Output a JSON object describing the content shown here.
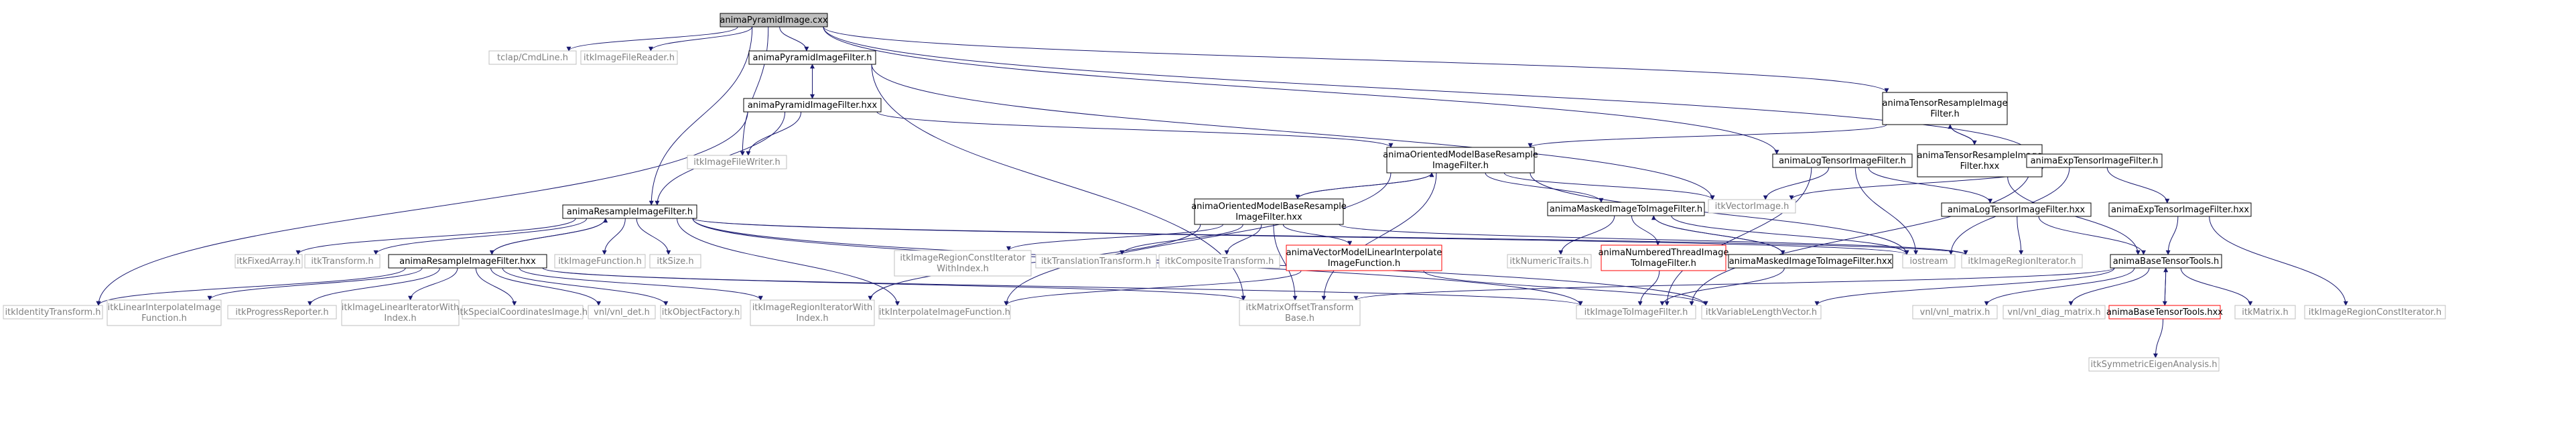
{
  "colors": {
    "root_fill": "#bfbfbf",
    "node_stroke": "#000000",
    "ext_stroke": "#bfbfbf",
    "missing_stroke": "#ff0000",
    "text": "#000000",
    "ext_text": "#7f7f7f",
    "edge": "#191970"
  },
  "nodes": [
    {
      "id": "n_root",
      "kind": "root",
      "lines": [
        "animaPyramidImage.cxx"
      ]
    },
    {
      "id": "n_tclap",
      "kind": "ext",
      "lines": [
        "tclap/CmdLine.h"
      ]
    },
    {
      "id": "n_reader",
      "kind": "ext",
      "lines": [
        "itkImageFileReader.h"
      ]
    },
    {
      "id": "n_pyrh",
      "kind": "doc",
      "lines": [
        "animaPyramidImageFilter.h"
      ]
    },
    {
      "id": "n_pyrhxx",
      "kind": "doc",
      "lines": [
        "animaPyramidImageFilter.hxx"
      ]
    },
    {
      "id": "n_writer",
      "kind": "ext",
      "lines": [
        "itkImageFileWriter.h"
      ]
    },
    {
      "id": "n_tensres",
      "kind": "doc",
      "lines": [
        "animaTensorResampleImage",
        "Filter.h"
      ]
    },
    {
      "id": "n_tensreshxx",
      "kind": "doc",
      "lines": [
        "animaTensorResampleImage",
        "Filter.hxx"
      ]
    },
    {
      "id": "n_logh",
      "kind": "doc",
      "lines": [
        "animaLogTensorImageFilter.h"
      ]
    },
    {
      "id": "n_exph",
      "kind": "doc",
      "lines": [
        "animaExpTensorImageFilter.h"
      ]
    },
    {
      "id": "n_omh",
      "kind": "doc",
      "lines": [
        "animaOrientedModelBaseResample",
        "ImageFilter.h"
      ]
    },
    {
      "id": "n_omhxx",
      "kind": "doc",
      "lines": [
        "animaOrientedModelBaseResample",
        "ImageFilter.hxx"
      ]
    },
    {
      "id": "n_vecimg",
      "kind": "ext",
      "lines": [
        "itkVectorImage.h"
      ]
    },
    {
      "id": "n_loghxx",
      "kind": "doc",
      "lines": [
        "animaLogTensorImageFilter.hxx"
      ]
    },
    {
      "id": "n_exphxx",
      "kind": "doc",
      "lines": [
        "animaExpTensorImageFilter.hxx"
      ]
    },
    {
      "id": "n_masked",
      "kind": "doc",
      "lines": [
        "animaMaskedImageToImageFilter.h"
      ]
    },
    {
      "id": "n_resh",
      "kind": "doc",
      "lines": [
        "animaResampleImageFilter.h"
      ]
    },
    {
      "id": "n_reshxx",
      "kind": "doc",
      "lines": [
        "animaResampleImageFilter.hxx"
      ]
    },
    {
      "id": "n_fixedarray",
      "kind": "ext",
      "lines": [
        "itkFixedArray.h"
      ]
    },
    {
      "id": "n_transform",
      "kind": "ext",
      "lines": [
        "itkTransform.h"
      ]
    },
    {
      "id": "n_imgfunc",
      "kind": "ext",
      "lines": [
        "itkImageFunction.h"
      ]
    },
    {
      "id": "n_size",
      "kind": "ext",
      "lines": [
        "itkSize.h"
      ]
    },
    {
      "id": "n_regconstwi",
      "kind": "ext",
      "lines": [
        "itkImageRegionConstIterator",
        "WithIndex.h"
      ]
    },
    {
      "id": "n_transl",
      "kind": "ext",
      "lines": [
        "itkTranslationTransform.h"
      ]
    },
    {
      "id": "n_composite",
      "kind": "ext",
      "lines": [
        "itkCompositeTransform.h"
      ]
    },
    {
      "id": "n_vecinterp",
      "kind": "missing",
      "lines": [
        "animaVectorModelLinearInterpolate",
        "ImageFunction.h"
      ]
    },
    {
      "id": "n_numtraits",
      "kind": "ext",
      "lines": [
        "itkNumericTraits.h"
      ]
    },
    {
      "id": "n_numthread",
      "kind": "missing",
      "lines": [
        "animaNumberedThreadImage",
        "ToImageFilter.h"
      ]
    },
    {
      "id": "n_maskedhxx",
      "kind": "doc",
      "lines": [
        "animaMaskedImageToImageFilter.hxx"
      ]
    },
    {
      "id": "n_iostream",
      "kind": "ext",
      "lines": [
        "iostream"
      ]
    },
    {
      "id": "n_regiter",
      "kind": "ext",
      "lines": [
        "itkImageRegionIterator.h"
      ]
    },
    {
      "id": "n_btt",
      "kind": "doc",
      "lines": [
        "animaBaseTensorTools.h"
      ]
    },
    {
      "id": "n_identity",
      "kind": "ext",
      "lines": [
        "itkIdentityTransform.h"
      ]
    },
    {
      "id": "n_linint",
      "kind": "ext",
      "lines": [
        "itkLinearInterpolateImage",
        "Function.h"
      ]
    },
    {
      "id": "n_progress",
      "kind": "ext",
      "lines": [
        "itkProgressReporter.h"
      ]
    },
    {
      "id": "n_linit",
      "kind": "ext",
      "lines": [
        "itkImageLinearIteratorWith",
        "Index.h"
      ]
    },
    {
      "id": "n_spatial",
      "kind": "ext",
      "lines": [
        "itkSpecialCoordinatesImage.h"
      ]
    },
    {
      "id": "n_vnldet",
      "kind": "ext",
      "lines": [
        "vnl/vnl_det.h"
      ]
    },
    {
      "id": "n_objfact",
      "kind": "ext",
      "lines": [
        "itkObjectFactory.h"
      ]
    },
    {
      "id": "n_regiterwi",
      "kind": "ext",
      "lines": [
        "itkImageRegionIteratorWith",
        "Index.h"
      ]
    },
    {
      "id": "n_interpfunc",
      "kind": "ext",
      "lines": [
        "itkInterpolateImageFunction.h"
      ]
    },
    {
      "id": "n_matoffset",
      "kind": "ext",
      "lines": [
        "itkMatrixOffsetTransform",
        "Base.h"
      ]
    },
    {
      "id": "n_img2img",
      "kind": "ext",
      "lines": [
        "itkImageToImageFilter.h"
      ]
    },
    {
      "id": "n_varlen",
      "kind": "ext",
      "lines": [
        "itkVariableLengthVector.h"
      ]
    },
    {
      "id": "n_vnlmat",
      "kind": "ext",
      "lines": [
        "vnl/vnl_matrix.h"
      ]
    },
    {
      "id": "n_vnldiag",
      "kind": "ext",
      "lines": [
        "vnl/vnl_diag_matrix.h"
      ]
    },
    {
      "id": "n_btthxx",
      "kind": "missing",
      "lines": [
        "animaBaseTensorTools.hxx"
      ]
    },
    {
      "id": "n_matrix",
      "kind": "ext",
      "lines": [
        "itkMatrix.h"
      ]
    },
    {
      "id": "n_regconst",
      "kind": "ext",
      "lines": [
        "itkImageRegionConstIterator.h"
      ]
    },
    {
      "id": "n_symeig",
      "kind": "ext",
      "lines": [
        "itkSymmetricEigenAnalysis.h"
      ]
    }
  ]
}
